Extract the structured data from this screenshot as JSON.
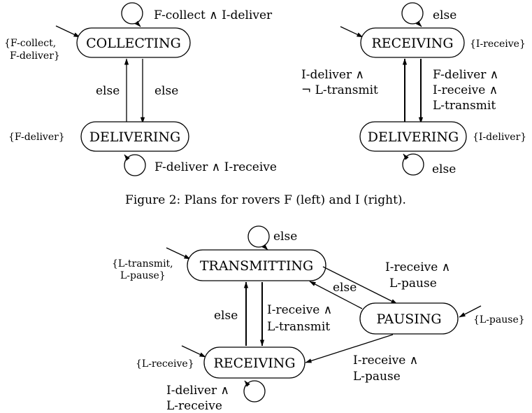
{
  "figure_top": {
    "caption": "Figure 2: Plans for rovers F (left) and I (right).",
    "left": {
      "states": {
        "collecting": "COLLECTING",
        "delivering": "DELIVERING"
      },
      "sets": {
        "collecting_line1": "{F-collect,",
        "collecting_line2": "F-deliver}",
        "delivering": "{F-deliver}"
      },
      "edges": {
        "collecting_loop": "F-collect ∧ I-deliver",
        "delivering_loop": "F-deliver ∧ I-receive",
        "up_else": "else",
        "down_else": "else"
      }
    },
    "right": {
      "states": {
        "receiving": "RECEIVING",
        "delivering": "DELIVERING"
      },
      "sets": {
        "receiving": "{I-receive}",
        "delivering": "{I-deliver}"
      },
      "edges": {
        "receiving_loop": "else",
        "delivering_loop": "else",
        "up_line1": "I-deliver ∧",
        "up_line2": "¬ L-transmit",
        "down_line1": "F-deliver ∧",
        "down_line2": "I-receive ∧",
        "down_line3": "L-transmit"
      }
    }
  },
  "figure_bottom": {
    "states": {
      "transmitting": "TRANSMITTING",
      "pausing": "PAUSING",
      "receiving": "RECEIVING"
    },
    "sets": {
      "transmitting_line1": "{L-transmit,",
      "transmitting_line2": "L-pause}",
      "pausing": "{L-pause}",
      "receiving": "{L-receive}"
    },
    "edges": {
      "transmitting_loop": "else",
      "trans_to_pause_line1": "I-receive ∧",
      "trans_to_pause_line2": "L-pause",
      "pause_to_trans": "else",
      "recv_to_trans": "else",
      "trans_to_recv_line1": "I-receive ∧",
      "trans_to_recv_line2": "L-transmit",
      "pause_to_recv_line1": "I-receive ∧",
      "pause_to_recv_line2": "L-pause",
      "receiving_loop_line1": "I-deliver ∧",
      "receiving_loop_line2": "L-receive"
    }
  }
}
